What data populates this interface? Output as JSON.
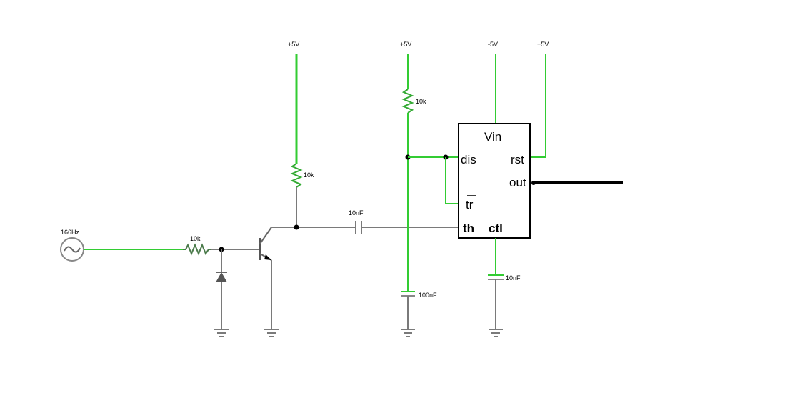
{
  "supplies": {
    "rail_1": "+5V",
    "rail_2": "+5V",
    "rail_3": "-5V",
    "rail_4": "+5V"
  },
  "source": {
    "freq": "166Hz"
  },
  "components": {
    "r_input": "10k",
    "r_collector": "10k",
    "r_pullup": "10k",
    "c_coupling": "10nF",
    "c_timing": "100nF",
    "c_control": "10nF"
  },
  "ic": {
    "vin": "Vin",
    "dis": "dis",
    "rst": "rst",
    "out": "out",
    "tr": "tr",
    "th": "th",
    "ctl": "ctl"
  },
  "colors": {
    "supply_wire": "#33cc33",
    "signal_wire": "#7a7a7a",
    "output_wire": "#000000"
  }
}
